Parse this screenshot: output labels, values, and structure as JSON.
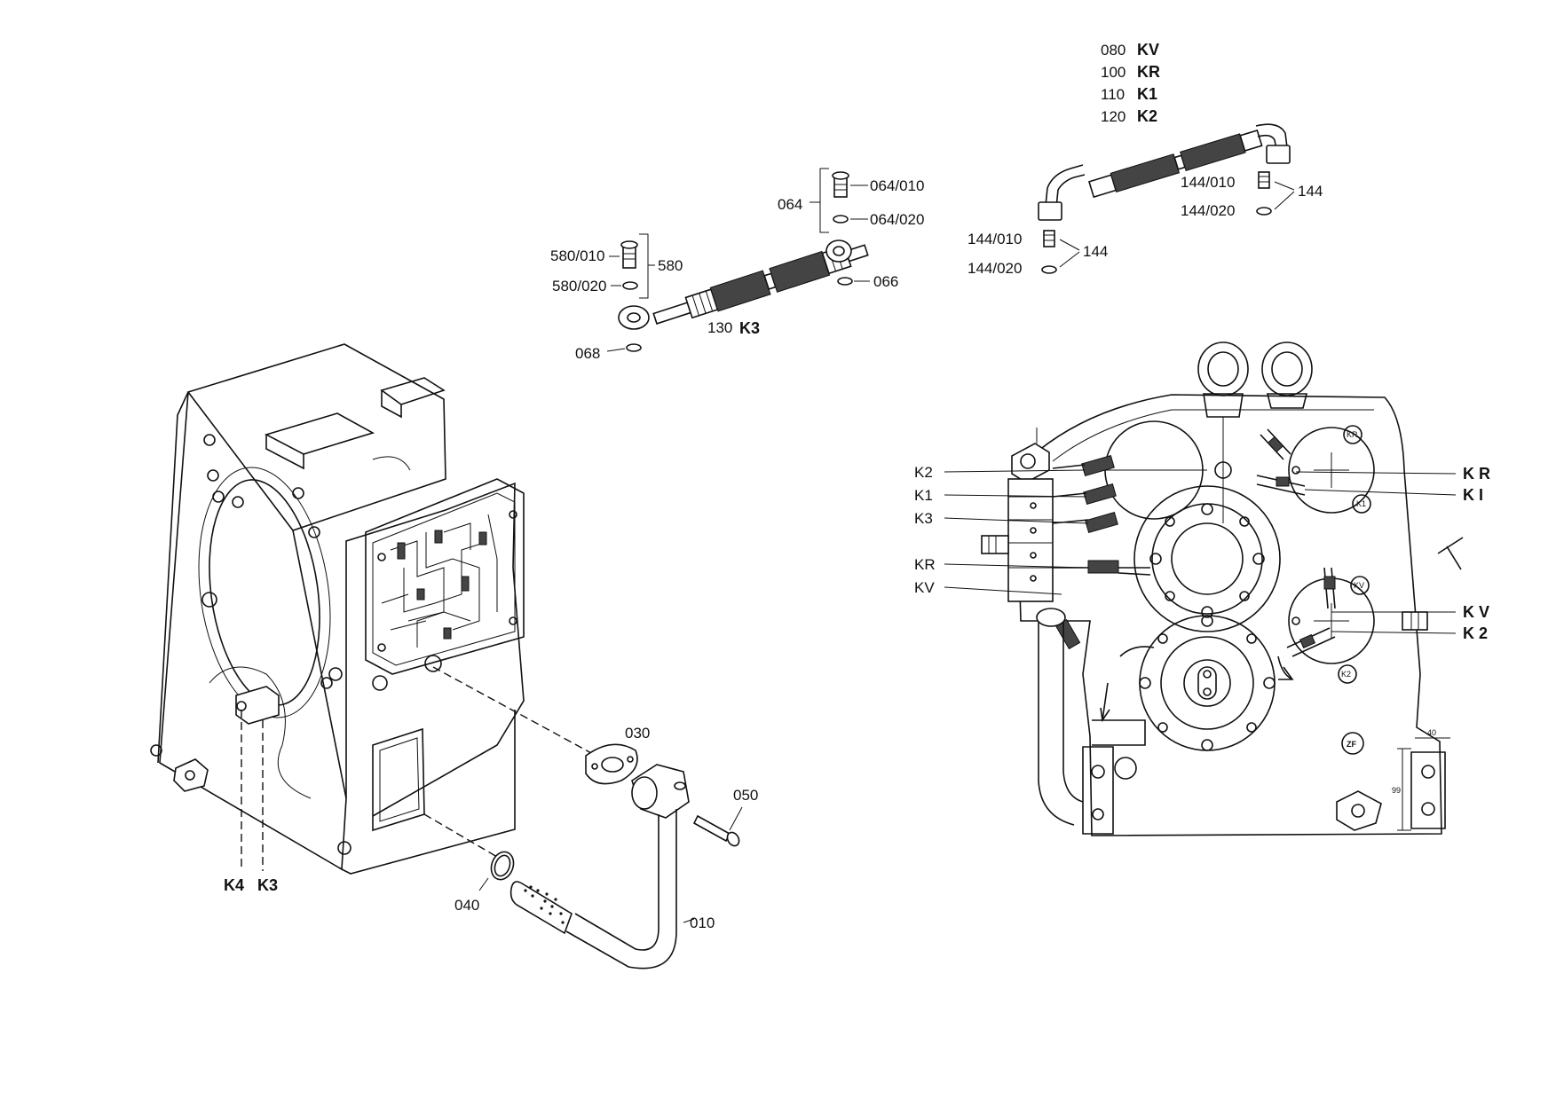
{
  "hoses_top_right": {
    "row1_num": "080",
    "row1_code": "KV",
    "row2_num": "100",
    "row2_code": "KR",
    "row3_num": "110",
    "row3_code": "K1",
    "row4_num": "120",
    "row4_code": "K2"
  },
  "top_right_fittings": {
    "upper_010": "144/010",
    "upper_020": "144/020",
    "upper_group": "144",
    "lower_010": "144/010",
    "lower_020": "144/020",
    "lower_group": "144"
  },
  "middle_hose": {
    "num": "130",
    "code": "K3",
    "g064": "064",
    "g064_010": "064/010",
    "g064_020": "064/020",
    "g580": "580",
    "g580_010": "580/010",
    "g580_020": "580/020",
    "p066": "066",
    "p068": "068"
  },
  "left_assembly": {
    "p010": "010",
    "p030": "030",
    "p040": "040",
    "p050": "050",
    "k4": "K4",
    "k3": "K3"
  },
  "right_view": {
    "left_labels": [
      "K2",
      "K1",
      "K3",
      "KR",
      "KV"
    ],
    "right_labels": [
      "K R",
      "K I",
      "K V",
      "K 2"
    ],
    "circle_tags": [
      "KR",
      "K1",
      "KV",
      "K2"
    ],
    "dim_40": "40",
    "dim_99": "99"
  }
}
